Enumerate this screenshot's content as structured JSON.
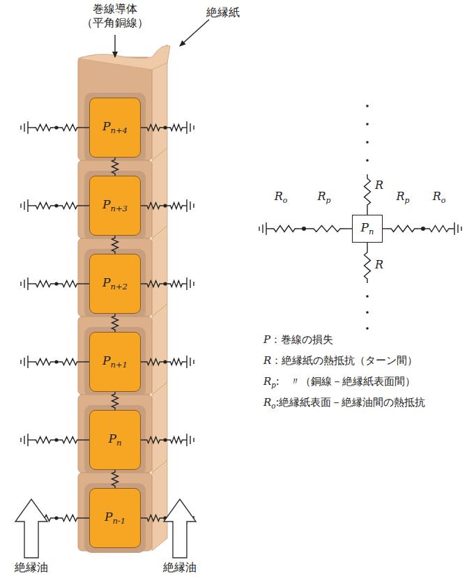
{
  "diagram": {
    "nodes": [
      {
        "text": [
          "Pn+4"
        ]
      },
      {
        "text": [
          "Pn+3"
        ]
      },
      {
        "text": [
          "Pn+2"
        ]
      },
      {
        "text": [
          "Pn+1"
        ]
      },
      {
        "text": [
          "Pn"
        ]
      },
      {
        "text": [
          "Pn-1"
        ]
      },
      {
        "text": [
          "Pn"
        ]
      }
    ],
    "edges": [
      {
        "from": 0,
        "to": 1,
        "arrow": "none"
      },
      {
        "from": 1,
        "to": 2,
        "arrow": "none"
      },
      {
        "from": 2,
        "to": 3,
        "arrow": "none"
      },
      {
        "from": 3,
        "to": 4,
        "arrow": "none"
      },
      {
        "from": 4,
        "to": 5,
        "arrow": "none"
      }
    ],
    "labels": [
      "巻線導体 （平角銅線）",
      "絶縁紙",
      "絶縁油",
      "絶縁油",
      "Ro",
      "Rp",
      "Rp",
      "Ro",
      "R",
      "R",
      "P：巻線の損失",
      "R：絶縁紙の熱抵抗（ターン間）",
      "Rp:　〃（銅線－絶縁紙表面間）",
      "Ro:絶縁紙表面－絶縁油間の熱抵抗"
    ]
  }
}
